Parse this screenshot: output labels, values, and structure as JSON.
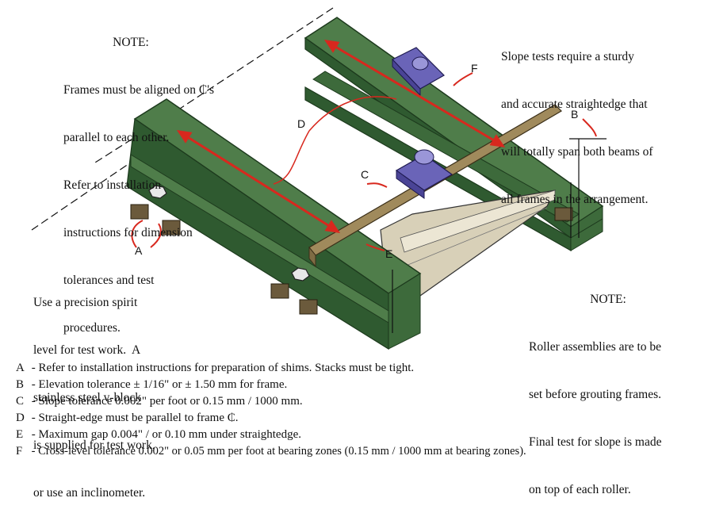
{
  "notes": {
    "top_left_title": "NOTE:",
    "top_left_lines": [
      "Frames must be aligned on ₵'s",
      "parallel to each other.",
      "Refer to installation",
      "instructions for dimension",
      "tolerances and test",
      "procedures."
    ],
    "top_right_lines": [
      "Slope tests require a sturdy",
      "and accurate straightedge that",
      "will totally span both beams of",
      "all frames in the arrangement."
    ],
    "bottom_left_lines": [
      "Use a precision spirit",
      "level for test work.  A",
      "stainless steel v-block",
      "is supplied for test work,",
      "or use an inclinometer."
    ],
    "bottom_right_title": "NOTE:",
    "bottom_right_lines": [
      "Roller assemblies are to be",
      "set before grouting frames.",
      "Final test for slope is made",
      "on top of each roller."
    ]
  },
  "callouts": {
    "a": "A",
    "b": "B",
    "c": "C",
    "d": "D",
    "e": "E",
    "f": "F"
  },
  "legend": [
    {
      "key": "A",
      "text": " - Refer to installation instructions for preparation of shims.  Stacks must be tight."
    },
    {
      "key": "B",
      "text": " - Elevation tolerance ± 1/16\" or ± 1.50 mm for frame."
    },
    {
      "key": "C",
      "text": " - Slope tolerance 0.002\" per foot or 0.15 mm / 1000 mm."
    },
    {
      "key": "D",
      "text": " - Straight-edge must be parallel to frame ₵."
    },
    {
      "key": "E",
      "text": " - Maximum gap 0.004\" / or 0.10 mm under straightedge."
    },
    {
      "key": "F",
      "text": " - Cross-level tolerance 0.002\" or 0.05 mm per foot at bearing zones (0.15 mm / 1000 mm  at bearing zones)."
    }
  ],
  "colors": {
    "frame_green": "#4f7d4a",
    "frame_dark": "#2f5a30",
    "straightedge": "#a08a5c",
    "vblock": "#6a64b8",
    "arrow_red": "#d8281e",
    "shim": "#6b5a3c",
    "roller": "#d8d0b8"
  }
}
